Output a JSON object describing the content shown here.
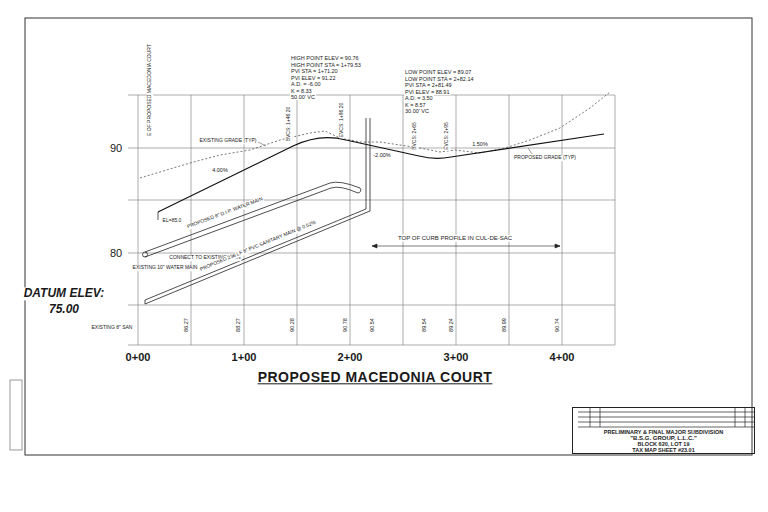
{
  "diagram": {
    "title": "PROPOSED MACEDONIA COURT",
    "nodes": [
      {
        "text": [
          "PRELIMINARY & FINAL MAJOR SUBDIVISION",
          "\"B.S.G. GROUP, L.L.C.\"",
          "BLOCK 620, LOT 19",
          "TAX MAP SHEET #23.01"
        ]
      }
    ],
    "labels": [
      "HIGH POINT ELEV = 90.76",
      "HIGH POINT STA = 1+79.53",
      "PVI STA = 1+71.20",
      "PVI ELEV = 91.22",
      "A.D. = -6.00",
      "K = 8.33",
      "50.00' VC",
      "LOW POINT ELEV = 89.07",
      "LOW POINT STA = 2+82.14",
      "PVI STA = 2+81.49",
      "PVI ELEV = 88.91",
      "A.D. = 3.50",
      "K = 8.57",
      "30.00' VC",
      "BVCS: 1+46.20",
      "EVCS: 1+96.20",
      "BVCS: 2+65",
      "EVCS: 2+95",
      "90",
      "80",
      "DATUM ELEV:",
      "75.00",
      "0+00",
      "1+00",
      "2+00",
      "3+00",
      "4+00",
      "4.00%",
      "-2.00%",
      "1.50%",
      "EXISTING GRADE (TYP)",
      "PROPOSED GRADE (TYP)",
      "TOP OF CURB PROFILE IN CUL-DE-SAC",
      "PROPOSED 8\" D.I.P. WATER MAIN",
      "CONNECT TO EXISTING MAIN",
      "EXISTING 10\" WATER MAIN",
      "PROPOSED 236 LF 8\" PVC SANITARY MAIN @ 0.52%",
      "EXISTING 8\" SAN",
      "EL=85.0",
      "E OF PROPOSED MACEDONIA COURT",
      "86.27",
      "88.27",
      "90.28",
      "90.78",
      "90.54",
      "89.54",
      "89.24",
      "89.99",
      "90.74"
    ]
  }
}
